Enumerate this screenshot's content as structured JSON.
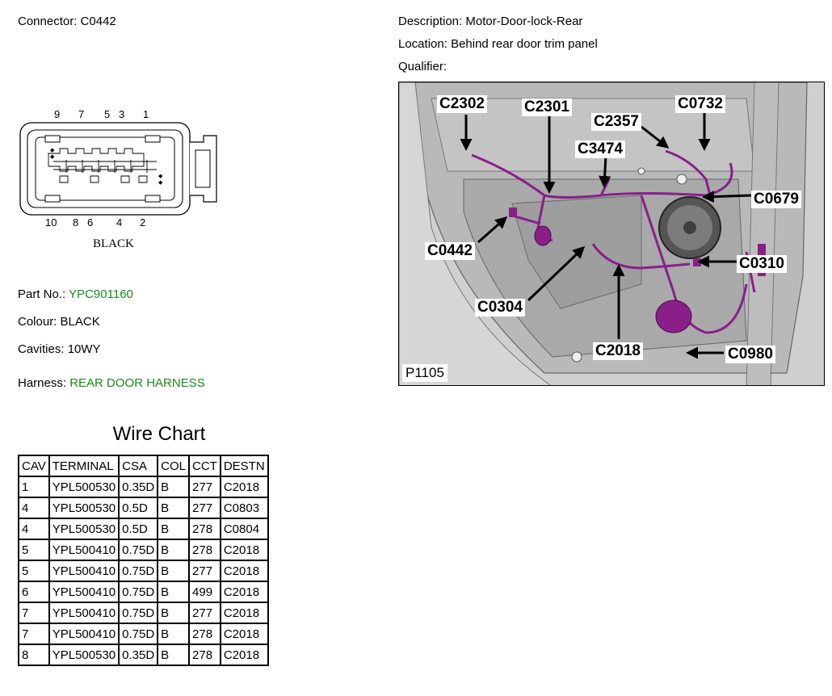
{
  "connector": {
    "label": "Connector:",
    "value": "C0442"
  },
  "pin_numbers_top": [
    "9",
    "7",
    "5",
    "3",
    "1"
  ],
  "pin_numbers_bottom": [
    "10",
    "8",
    "6",
    "4",
    "2"
  ],
  "connector_colour_label": "BLACK",
  "description": {
    "label": "Description:",
    "value": "Motor-Door-lock-Rear"
  },
  "location": {
    "label": "Location:",
    "value": "Behind rear door trim panel"
  },
  "qualifier": {
    "label": "Qualifier:",
    "value": ""
  },
  "part_no": {
    "label": "Part No.:",
    "value": "YPC901160"
  },
  "colour": {
    "label": "Colour:",
    "value": "BLACK"
  },
  "cavities": {
    "label": "Cavities:",
    "value": "10WY"
  },
  "harness": {
    "label": "Harness:",
    "value": "REAR DOOR HARNESS"
  },
  "photo": {
    "code": "P1105",
    "callouts": [
      "C2302",
      "C2301",
      "C2357",
      "C0732",
      "C3474",
      "C0679",
      "C0442",
      "C0310",
      "C0304",
      "C2018",
      "C0980"
    ],
    "harness_color": "#8a1f8a"
  },
  "wire_chart": {
    "title": "Wire Chart",
    "headers": [
      "CAV",
      "TERMINAL",
      "CSA",
      "COL",
      "CCT",
      "DESTN"
    ],
    "rows": [
      [
        "1",
        "YPL500530",
        "0.35D",
        "B",
        "277",
        "C2018"
      ],
      [
        "4",
        "YPL500530",
        "0.5D",
        "B",
        "277",
        "C0803"
      ],
      [
        "4",
        "YPL500530",
        "0.5D",
        "B",
        "278",
        "C0804"
      ],
      [
        "5",
        "YPL500410",
        "0.75D",
        "B",
        "278",
        "C2018"
      ],
      [
        "5",
        "YPL500410",
        "0.75D",
        "B",
        "277",
        "C2018"
      ],
      [
        "6",
        "YPL500410",
        "0.75D",
        "B",
        "499",
        "C2018"
      ],
      [
        "7",
        "YPL500410",
        "0.75D",
        "B",
        "277",
        "C2018"
      ],
      [
        "7",
        "YPL500410",
        "0.75D",
        "B",
        "278",
        "C2018"
      ],
      [
        "8",
        "YPL500530",
        "0.35D",
        "B",
        "278",
        "C2018"
      ]
    ]
  },
  "colors": {
    "link_green": "#1a8a1a"
  }
}
